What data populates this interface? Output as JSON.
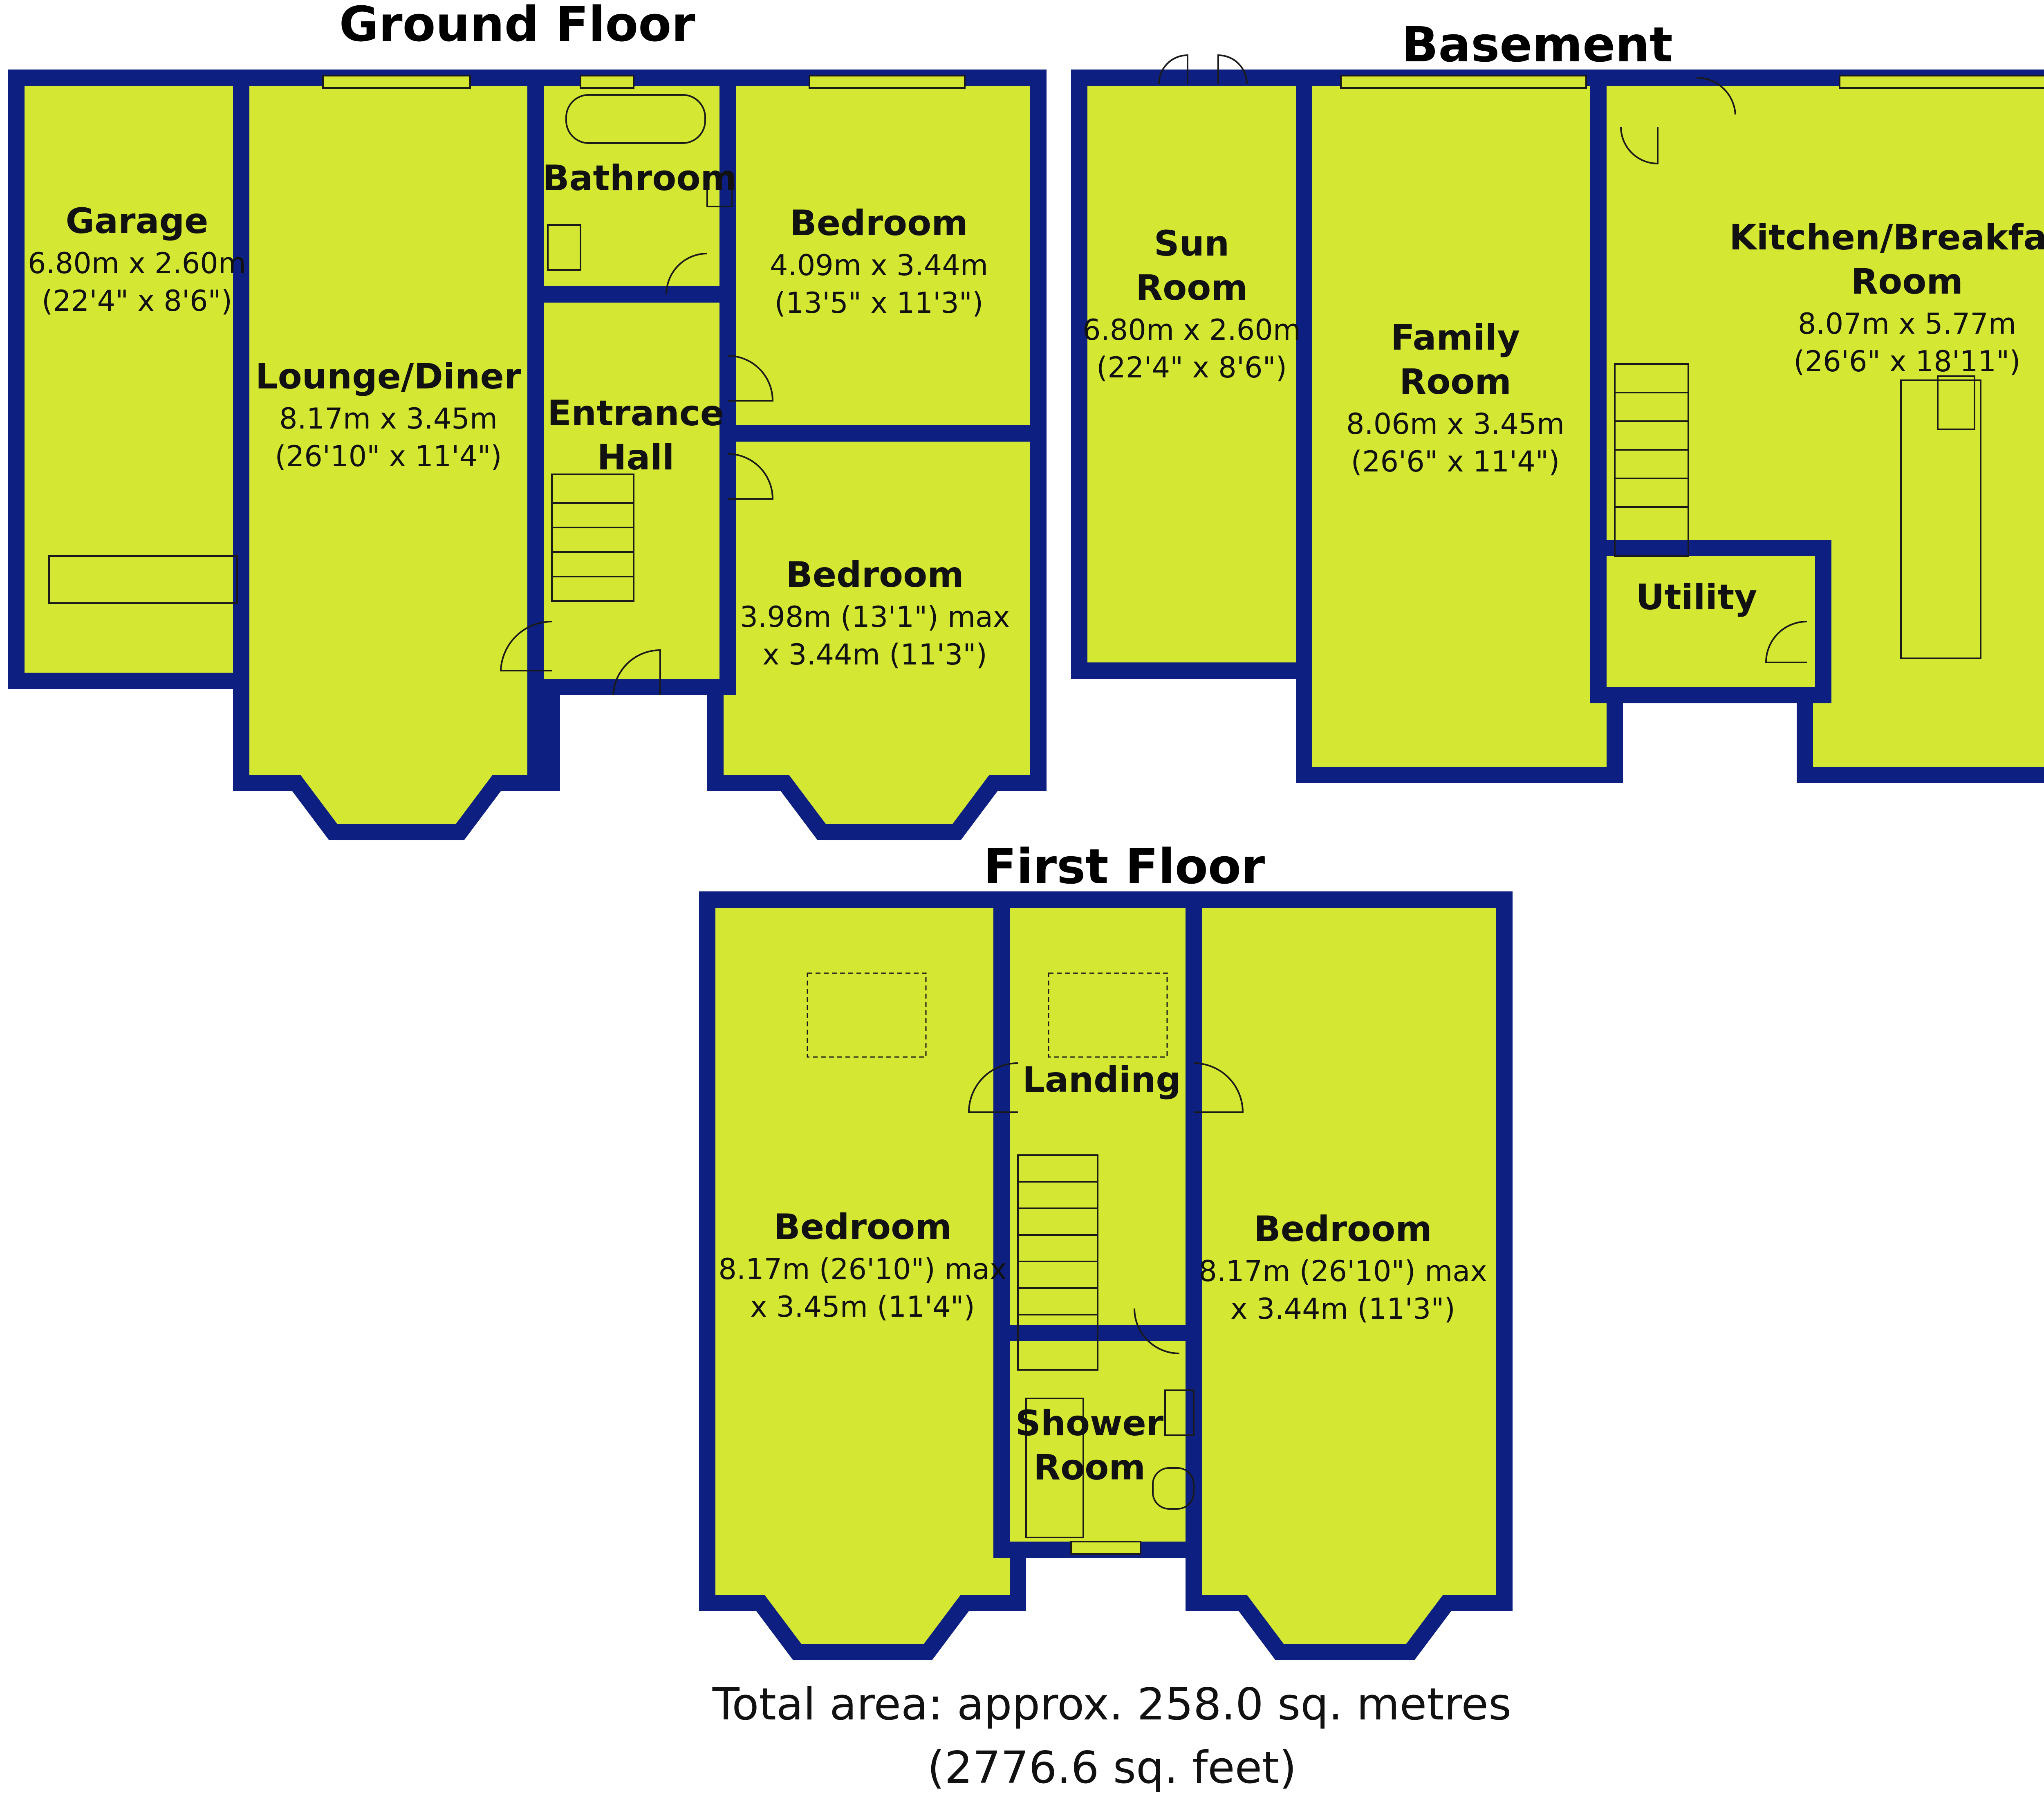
{
  "colors": {
    "wall": "#0d1f80",
    "room_fill": "#d4e833",
    "fixture_stroke": "#1a1a1a",
    "text": "#111111",
    "background": "#ffffff"
  },
  "floors": {
    "ground": {
      "title": "Ground Floor",
      "rooms": {
        "garage": {
          "name": [
            "Garage"
          ],
          "dims": [
            "6.80m x 2.60m",
            "(22'4\" x 8'6\")"
          ]
        },
        "lounge": {
          "name": [
            "Lounge/Diner"
          ],
          "dims": [
            "8.17m x 3.45m",
            "(26'10\" x 11'4\")"
          ]
        },
        "bathroom": {
          "name": [
            "Bathroom"
          ],
          "dims": []
        },
        "entrance": {
          "name": [
            "Entrance",
            "Hall"
          ],
          "dims": []
        },
        "bedroom_front": {
          "name": [
            "Bedroom"
          ],
          "dims": [
            "4.09m x 3.44m",
            "(13'5\" x 11'3\")"
          ]
        },
        "bedroom_rear": {
          "name": [
            "Bedroom"
          ],
          "dims": [
            "3.98m (13'1\") max",
            "x 3.44m (11'3\")"
          ]
        }
      }
    },
    "basement": {
      "title": "Basement",
      "rooms": {
        "sun_room": {
          "name": [
            "Sun",
            "Room"
          ],
          "dims": [
            "6.80m x 2.60m",
            "(22'4\" x 8'6\")"
          ]
        },
        "family_room": {
          "name": [
            "Family",
            "Room"
          ],
          "dims": [
            "8.06m x 3.45m",
            "(26'6\" x 11'4\")"
          ]
        },
        "kitchen": {
          "name": [
            "Kitchen/Breakfast",
            "Room"
          ],
          "dims": [
            "8.07m x 5.77m",
            "(26'6\" x 18'11\")"
          ]
        },
        "utility": {
          "name": [
            "Utility"
          ],
          "dims": []
        }
      }
    },
    "first": {
      "title": "First Floor",
      "rooms": {
        "bedroom_left": {
          "name": [
            "Bedroom"
          ],
          "dims": [
            "8.17m (26'10\") max",
            "x 3.45m (11'4\")"
          ]
        },
        "landing": {
          "name": [
            "Landing"
          ],
          "dims": []
        },
        "shower_room": {
          "name": [
            "Shower",
            "Room"
          ],
          "dims": []
        },
        "bedroom_right": {
          "name": [
            "Bedroom"
          ],
          "dims": [
            "8.17m (26'10\") max",
            "x 3.44m (11'3\")"
          ]
        }
      }
    }
  },
  "total_area": {
    "line1": "Total area: approx. 258.0 sq. metres",
    "line2": "(2776.6 sq. feet)"
  }
}
